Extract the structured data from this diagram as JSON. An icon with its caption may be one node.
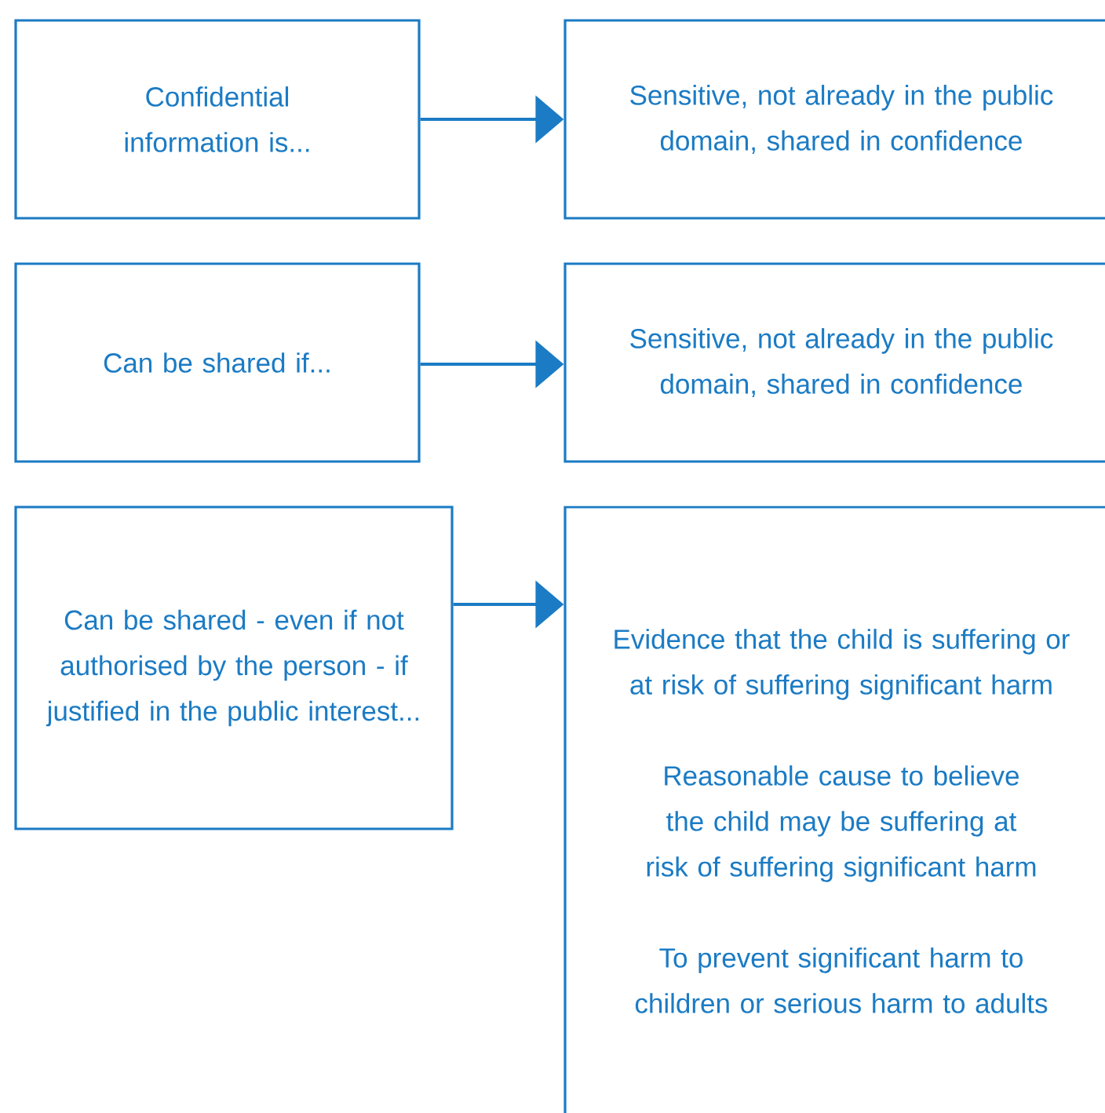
{
  "diagram": {
    "nodes": [
      {
        "text": [
          "Confidential information is..."
        ]
      },
      {
        "text": [
          "Sensitive, not already in the public domain, shared in confidence"
        ]
      },
      {
        "text": [
          "Can be shared if..."
        ]
      },
      {
        "text": [
          "Sensitive, not already in the public domain, shared in confidence"
        ]
      },
      {
        "text": [
          "Can be shared - even if not authorised by the person - if justified in the public interest..."
        ]
      },
      {
        "text": [
          "Evidence that the child is suffering or at risk of suffering significant harm",
          "Reasonable cause to believe the child may be suffering at risk of suffering significant harm",
          "To prevent significant harm to children or serious harm to adults"
        ]
      }
    ],
    "edges": [
      {
        "from": 0,
        "to": 1,
        "arrow": "to"
      },
      {
        "from": 2,
        "to": 3,
        "arrow": "to"
      },
      {
        "from": 4,
        "to": 5,
        "arrow": "to"
      }
    ]
  }
}
